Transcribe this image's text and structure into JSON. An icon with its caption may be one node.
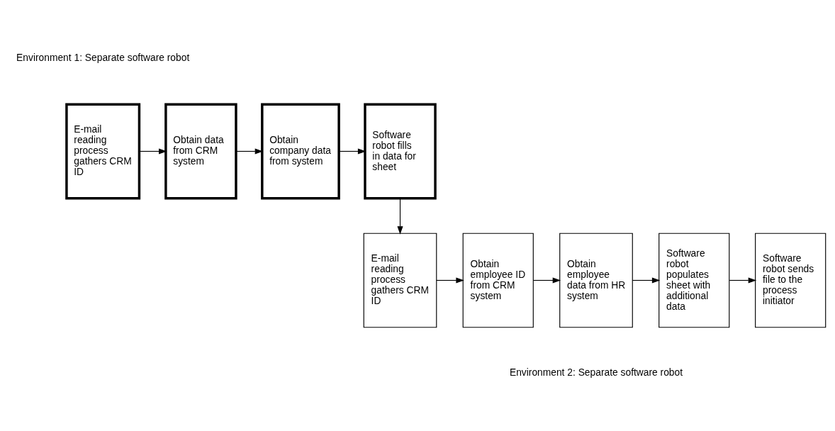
{
  "diagram": {
    "nodes": [
      {
        "text": [
          "E-mail reading process gathers CRM ID"
        ]
      },
      {
        "text": [
          "Obtain data from CRM system"
        ]
      },
      {
        "text": [
          "Obtain company data from system"
        ]
      },
      {
        "text": [
          "Software robot fills in data for sheet"
        ]
      },
      {
        "text": [
          "E-mail reading process gathers CRM ID"
        ]
      },
      {
        "text": [
          "Obtain employee ID from CRM system"
        ]
      },
      {
        "text": [
          "Obtain employee data from HR system"
        ]
      },
      {
        "text": [
          "Software robot populates sheet with additional data"
        ]
      },
      {
        "text": [
          "Software robot sends file to the process initiator"
        ]
      }
    ],
    "edges": [
      {
        "from": 0,
        "to": 1,
        "arrow": "to"
      },
      {
        "from": 1,
        "to": 2,
        "arrow": "to"
      },
      {
        "from": 2,
        "to": 3,
        "arrow": "to"
      },
      {
        "from": 3,
        "to": 4,
        "arrow": "to"
      },
      {
        "from": 4,
        "to": 5,
        "arrow": "to"
      },
      {
        "from": 5,
        "to": 6,
        "arrow": "to"
      },
      {
        "from": 6,
        "to": 7,
        "arrow": "to"
      },
      {
        "from": 7,
        "to": 8,
        "arrow": "to"
      }
    ],
    "labels": [
      "Environment 1: Separate software robot",
      "Environment 2: Separate software robot"
    ]
  }
}
